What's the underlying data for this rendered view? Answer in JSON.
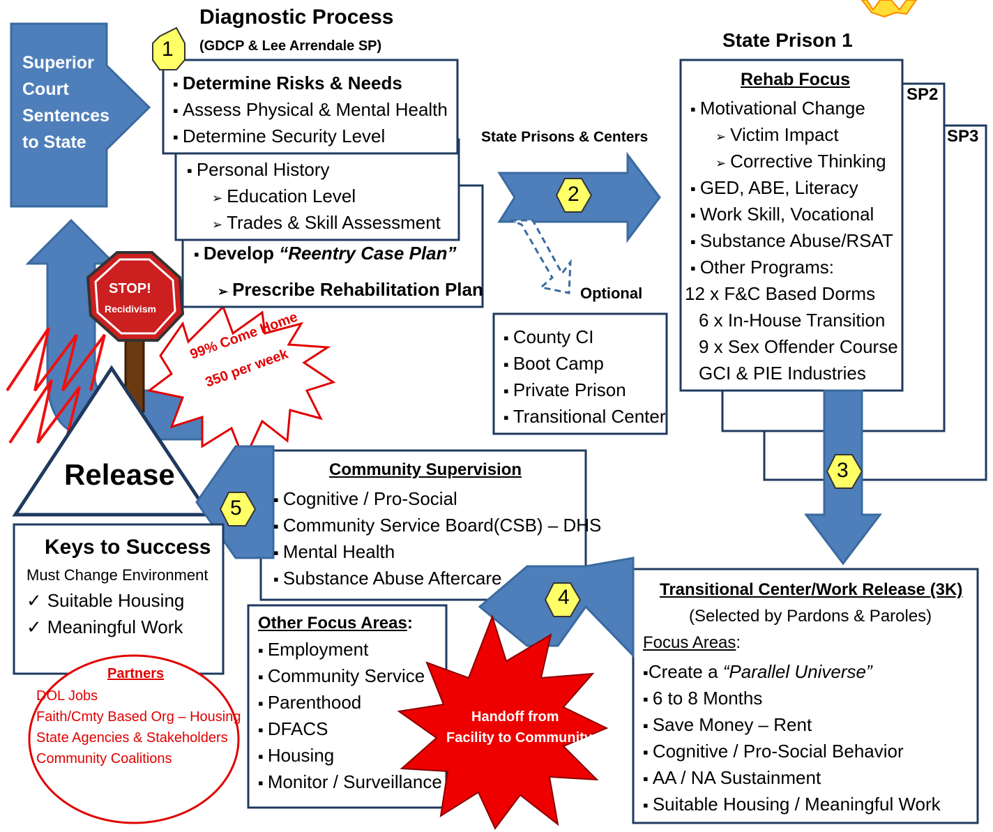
{
  "superior_court": {
    "line1": "Superior",
    "line2": "Court",
    "line3": "Sentences",
    "line4": "to State"
  },
  "diagnostic": {
    "title": "Diagnostic Process",
    "subtitle": "(GDCP & Lee Arrendale SP)",
    "step": "1",
    "items": [
      "Determine Risks & Needs",
      "Assess Physical & Mental Health",
      "Determine Security Level"
    ],
    "history_title": "Personal History",
    "history_items": [
      "Education Level",
      "Trades & Skill Assessment"
    ],
    "develop_prefix": "Develop ",
    "develop_plan": "“Reentry Case Plan”",
    "prescribe": "Prescribe Rehabilitation Plan"
  },
  "centers": {
    "title": "State Prisons & Centers",
    "step": "2",
    "optional_label": "Optional",
    "optional_items": [
      "County CI",
      "Boot Camp",
      "Private Prison",
      "Transitional Center"
    ]
  },
  "state_prison": {
    "title": "State Prison 1",
    "sp2": "SP2",
    "sp3": "SP3",
    "focus_title": "Rehab Focus",
    "motivational": "Motivational Change",
    "motivational_sub": [
      "Victim Impact",
      "Corrective Thinking"
    ],
    "items": [
      "GED, ABE, Literacy",
      "Work Skill, Vocational",
      "Substance Abuse/RSAT",
      "Other Programs:"
    ],
    "programs": [
      "12 x F&C Based Dorms",
      "6 x In-House Transition",
      "9 x Sex Offender Course",
      "GCI & PIE Industries"
    ],
    "step": "3"
  },
  "stop": {
    "line1": "STOP!",
    "line2": "Recidivism"
  },
  "burst": {
    "line1": "99% Come Home",
    "line2": "350 per week"
  },
  "release": {
    "label": "Release",
    "step": "5"
  },
  "keys": {
    "title": "Keys to Success",
    "subtitle": "Must Change Environment",
    "items": [
      "Suitable Housing",
      "Meaningful Work"
    ]
  },
  "partners": {
    "title": "Partners",
    "items": [
      "DOL Jobs",
      "Faith/Cmty Based Org – Housing",
      "State Agencies & Stakeholders",
      "Community Coalitions"
    ]
  },
  "community": {
    "title": "Community Supervision",
    "items": [
      "Cognitive / Pro-Social",
      "Community Service Board(CSB) – DHS",
      "Mental Health",
      "Substance Abuse Aftercare"
    ]
  },
  "other_focus": {
    "title": "Other Focus Areas",
    "colon": ":",
    "items": [
      "Employment",
      "Community Service",
      "Parenthood",
      "DFACS",
      "Housing",
      "Monitor / Surveillance"
    ]
  },
  "handoff": {
    "line1": "Handoff from",
    "line2": "Facility to Community",
    "step": "4"
  },
  "transitional": {
    "title": "Transitional Center/Work Release (3K)",
    "subtitle": "(Selected by Pardons & Paroles)",
    "focus_label": "Focus Areas",
    "focus_colon": ":",
    "create_prefix": "Create a ",
    "create_italic": "“Parallel Universe”",
    "items": [
      "6 to 8 Months",
      "Save Money – Rent",
      "Cognitive / Pro-Social Behavior",
      "AA / NA Sustainment",
      "Suitable Housing / Meaningful Work"
    ]
  },
  "colors": {
    "arrow": "#4f7fba",
    "border": "#1f3a5f",
    "badge": "#ffff66",
    "red": "#e00000"
  }
}
